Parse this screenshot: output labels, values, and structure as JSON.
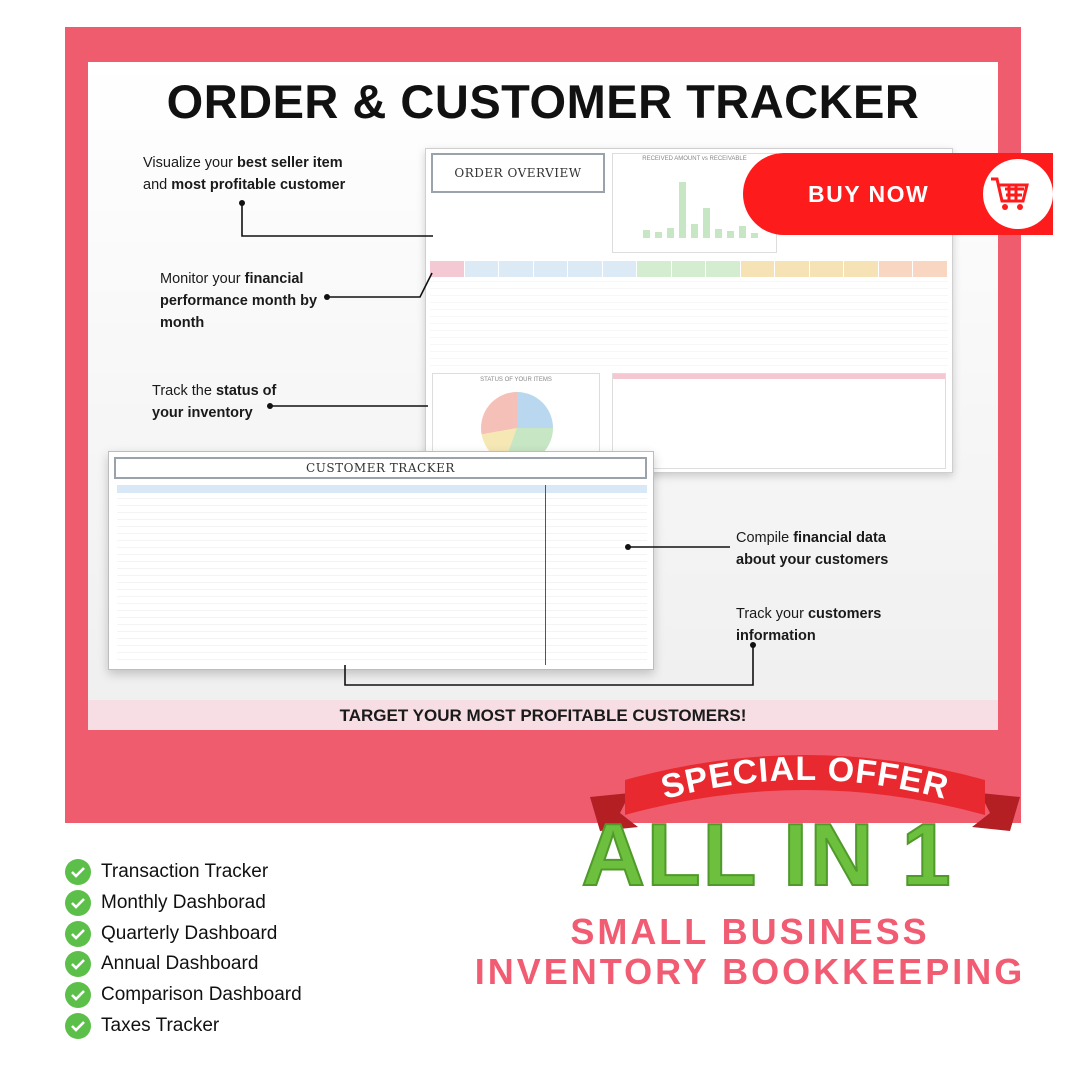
{
  "title": "ORDER & CUSTOMER TRACKER",
  "callouts": {
    "c1_line1_pre": "Visualize your ",
    "c1_line1_bold": "best seller item",
    "c1_line2_pre": "and ",
    "c1_line2_bold": "most profitable customer",
    "c2_line1_pre": "Monitor your ",
    "c2_line1_bold": "financial",
    "c2_line2_bold": "performance month by",
    "c2_line3_bold": "month",
    "c3_line1_pre": "Track the ",
    "c3_line1_bold": "status of",
    "c3_line2_bold": "your inventory",
    "c4_line1_pre": "Compile ",
    "c4_line1_bold": "financial data",
    "c4_line2_bold": "about your customers",
    "c5_line1_pre": "Track your ",
    "c5_line1_bold": "customers",
    "c5_line2_bold": "information"
  },
  "order_sheet": {
    "header": "ORDER OVERVIEW",
    "chart_caption": "RECEIVED AMOUNT vs RECEIVABLE",
    "pie_caption": "STATUS OF YOUR ITEMS"
  },
  "customer_sheet": {
    "header": "CUSTOMER TRACKER"
  },
  "bottom_band": "TARGET YOUR MOST PROFITABLE CUSTOMERS!",
  "buy_now": "BUY NOW",
  "special_offer": "SPECIAL OFFER",
  "headline": "ALL IN 1",
  "subline1": "SMALL BUSINESS",
  "subline2": "INVENTORY BOOKKEEPING",
  "features": [
    "Transaction Tracker",
    "Monthly Dashborad",
    "Quarterly Dashboard",
    "Annual Dashboard",
    "Comparison Dashboard",
    "Taxes Tracker"
  ],
  "colors": {
    "frame": "#ee5c6e",
    "buy_now": "#fe1b1b",
    "ribbon": "#e8292f",
    "green": "#6dbf3e",
    "pink_text": "#f15c73"
  }
}
